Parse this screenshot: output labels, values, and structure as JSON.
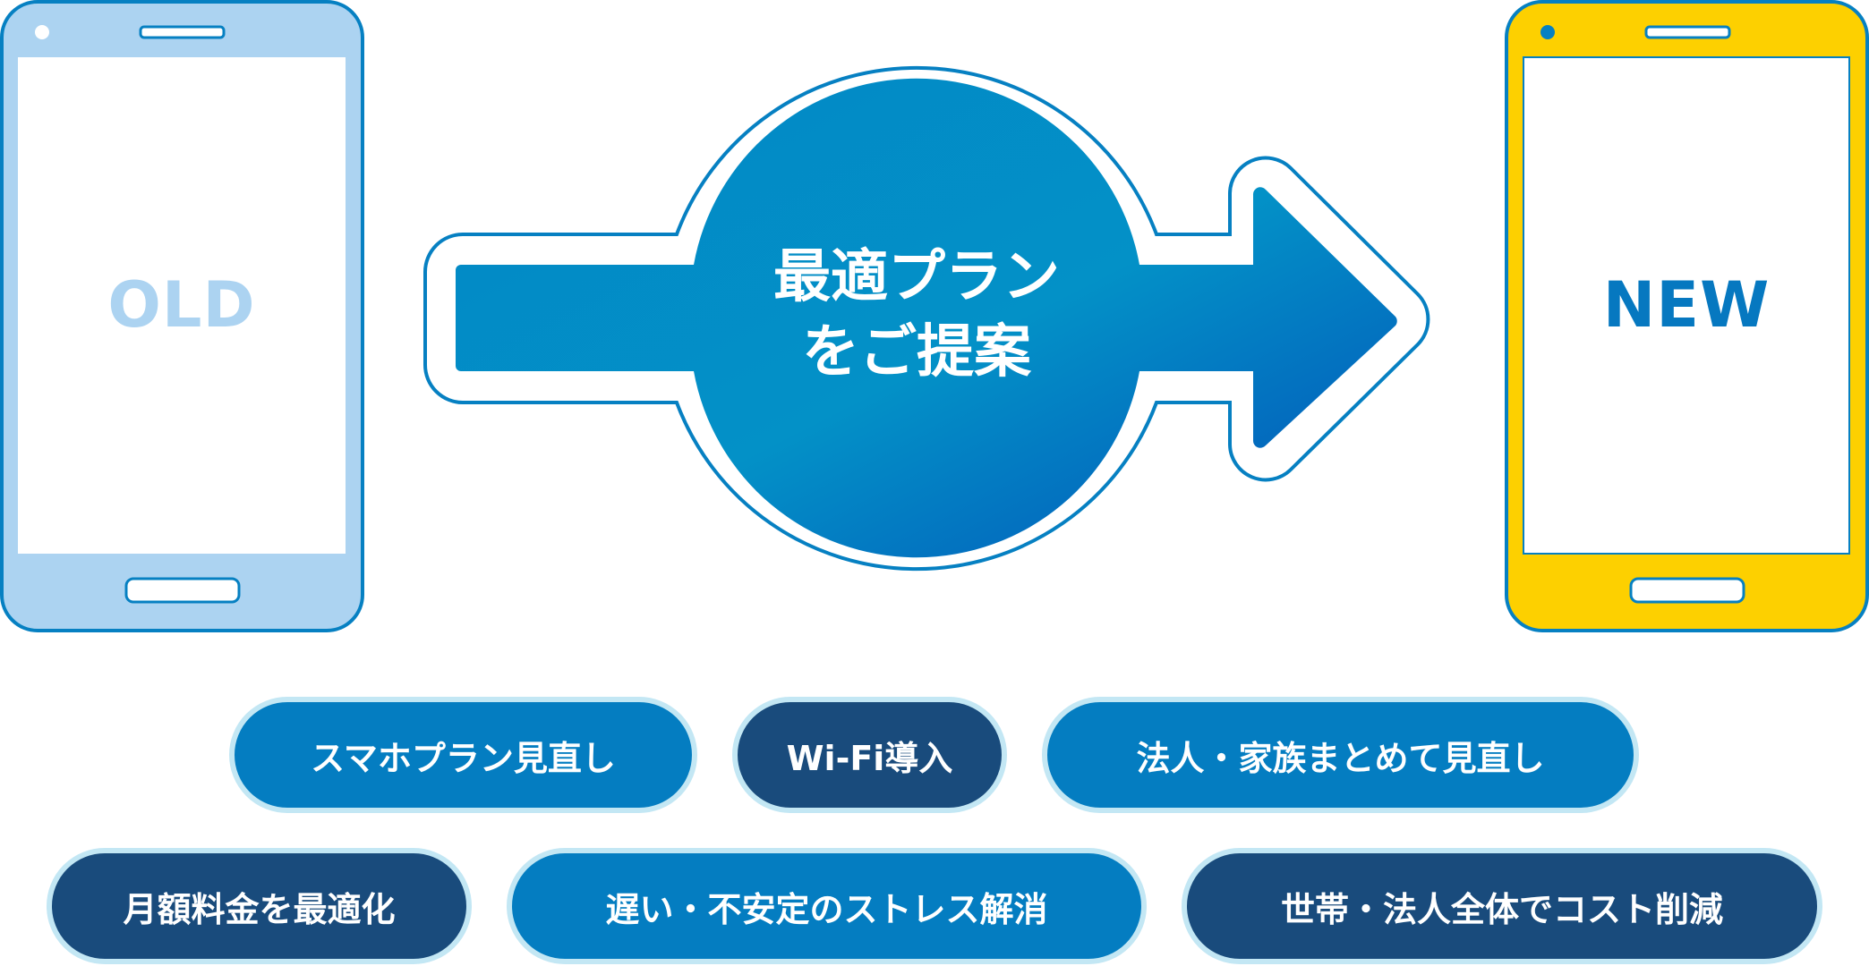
{
  "old_phone": {
    "label": "OLD"
  },
  "new_phone": {
    "label": "NEW"
  },
  "arrow": {
    "line1": "最適プラン",
    "line2": "をご提案"
  },
  "tags_row1": [
    {
      "label": "スマホプラン見直し"
    },
    {
      "label": "Wi-Fi導入"
    },
    {
      "label": "法人・家族まとめて見直し"
    }
  ],
  "tags_row2": [
    {
      "label": "月額料金を最適化"
    },
    {
      "label": "遅い・不安定のストレス解消"
    },
    {
      "label": "世帯・法人全体でコスト削減"
    }
  ],
  "colors": {
    "old_phone_body": "#acd3f1",
    "new_phone_body": "#fdd000",
    "outline": "#0680c2",
    "pill_blue": "#047dc1",
    "pill_navy": "#194b7c"
  }
}
